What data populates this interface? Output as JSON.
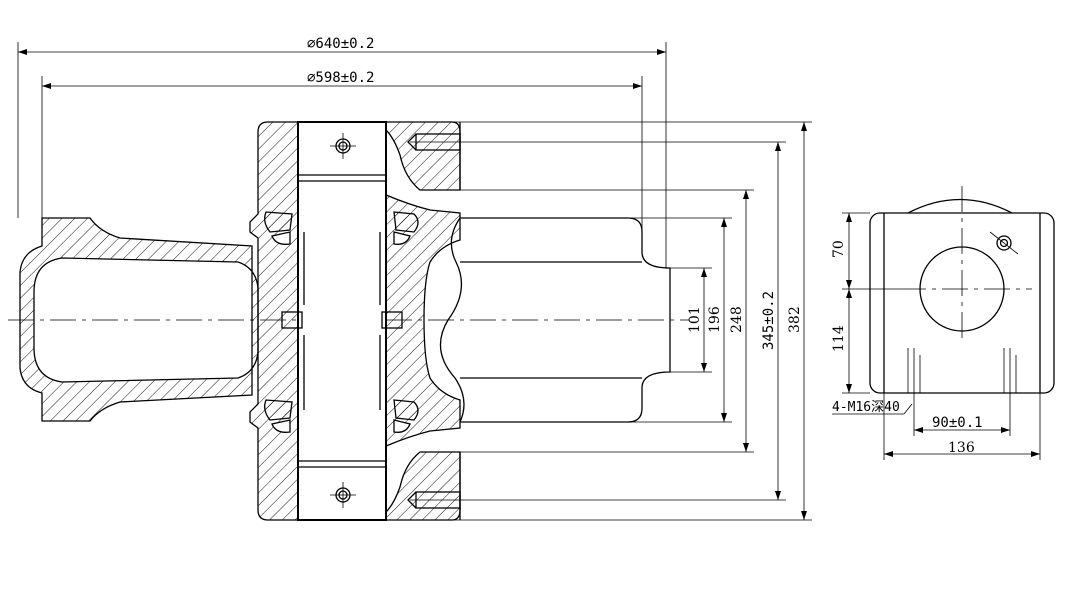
{
  "dimensions": {
    "dia_outer": "⌀640±0.2",
    "dia_inner": "⌀598±0.2",
    "d101": "101",
    "d196": "196",
    "d248": "248",
    "d345": "345±0.2",
    "d382": "382",
    "d70": "70",
    "d114": "114",
    "d90": "90±0.1",
    "d136": "136",
    "hole_note": "4-M16深40"
  }
}
